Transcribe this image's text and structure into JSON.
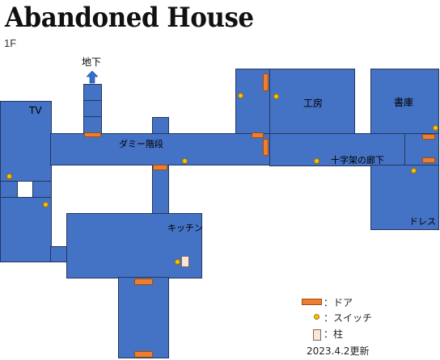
{
  "header": {
    "title": "Abandoned House",
    "floor": "1F"
  },
  "colors": {
    "room": "#4472c4",
    "door": "#ed7d31",
    "switch": "#ffc000",
    "pillar": "#fbe5d6",
    "arrow": "#2f6fd6"
  },
  "map": {
    "room_labels": {
      "tv": "TV",
      "basement": "地下",
      "dummy_stairs": "ダミー階段",
      "workshop": "工房",
      "library": "書庫",
      "cross_hall": "十字架の廊下",
      "dress": "ドレス",
      "kitchen": "キッチン"
    },
    "basement_arrow_icon": "arrow-up-icon"
  },
  "legend": {
    "door": "：ドア",
    "switch": "：スイッチ",
    "pillar": "：柱"
  },
  "footer": {
    "updated": "2023.4.2更新"
  }
}
